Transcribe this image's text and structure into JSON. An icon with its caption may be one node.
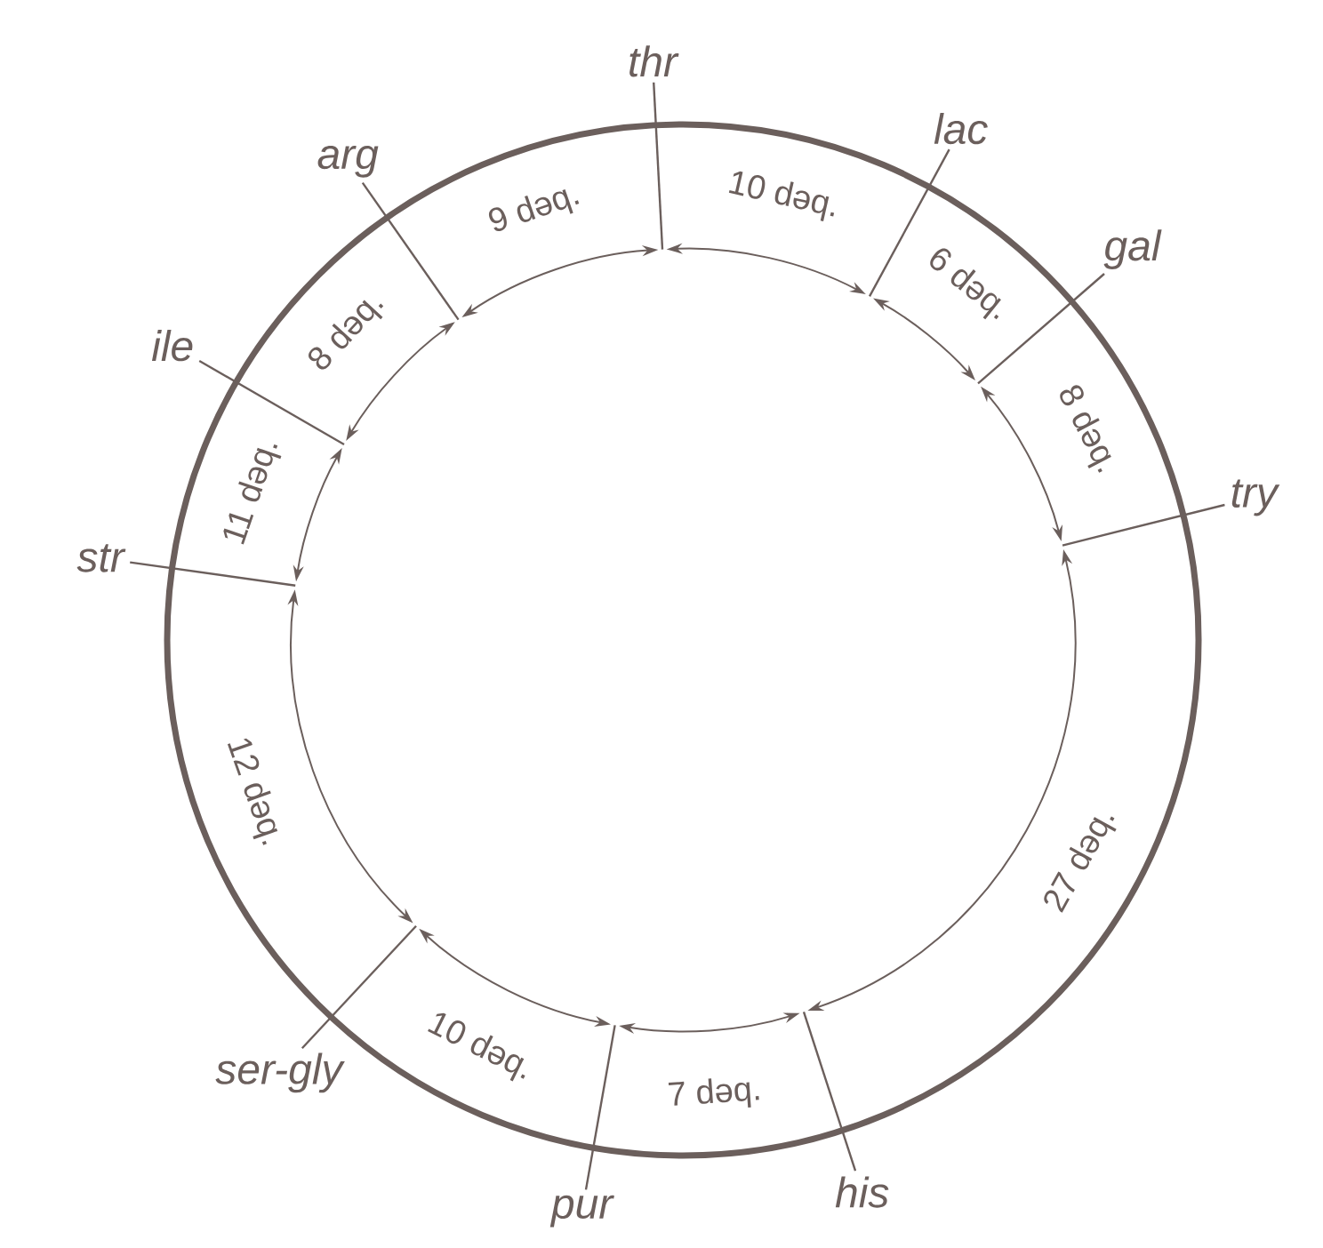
{
  "diagram": {
    "labels": [
      "thr",
      "lac",
      "gal",
      "try",
      "his",
      "pur",
      "ser-gly",
      "str",
      "ile",
      "arg",
      "10 dəq.",
      "6 dəq.",
      "8 dəq.",
      "27 dəq.",
      "7 dəq.",
      "10 dəq.",
      "12 dəq.",
      "11 dəq.",
      "8 dəq.",
      "9 dəq."
    ]
  }
}
